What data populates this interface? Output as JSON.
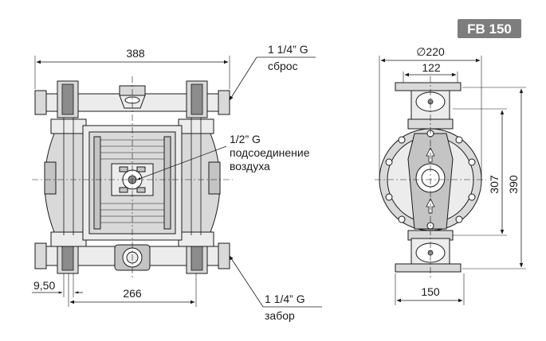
{
  "badge": {
    "text": "FB 150"
  },
  "front_view": {
    "dim_width": "388",
    "dim_base": "266",
    "dim_offset": "9,50"
  },
  "side_view": {
    "dim_diameter": "∅220",
    "dim_top_width": "122",
    "dim_base_width": "150",
    "dim_height_inner": "307",
    "dim_height_outer": "390"
  },
  "callouts": {
    "outlet_size": "1 1/4” G",
    "outlet_label": "сброс",
    "air_size": "1/2” G",
    "air_label_line1": "подсоединение",
    "air_label_line2": "воздуха",
    "inlet_size": "1 1/4” G",
    "inlet_label": "забор"
  },
  "colors": {
    "badge": "#7d7d7d",
    "line": "#1a1a1a",
    "part_fill": "#d9d9d9"
  }
}
